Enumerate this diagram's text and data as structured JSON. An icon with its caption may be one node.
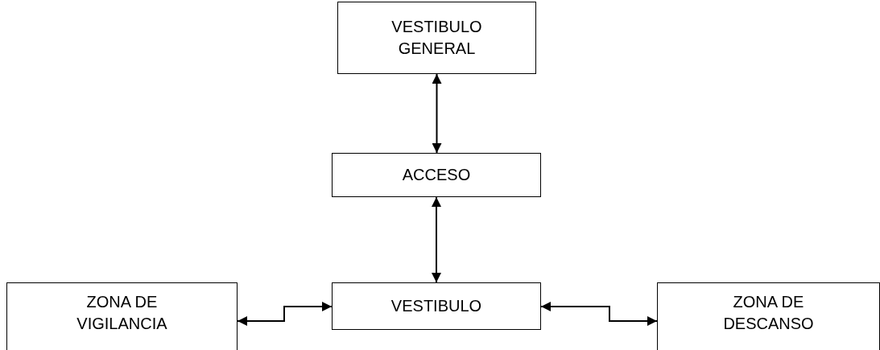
{
  "diagram": {
    "nodes": [
      {
        "text": [
          "VESTIBULO GENERAL"
        ]
      },
      {
        "text": [
          "ACCESO"
        ]
      },
      {
        "text": [
          "VESTIBULO"
        ]
      },
      {
        "text": [
          "ZONA DE VIGILANCIA"
        ]
      },
      {
        "text": [
          "ZONA DE DESCANSO"
        ]
      }
    ],
    "edges": [
      {
        "from": 0,
        "to": 1,
        "arrow": "both"
      },
      {
        "from": 1,
        "to": 2,
        "arrow": "both"
      },
      {
        "from": 3,
        "to": 2,
        "arrow": "both"
      },
      {
        "from": 2,
        "to": 4,
        "arrow": "both"
      }
    ]
  }
}
